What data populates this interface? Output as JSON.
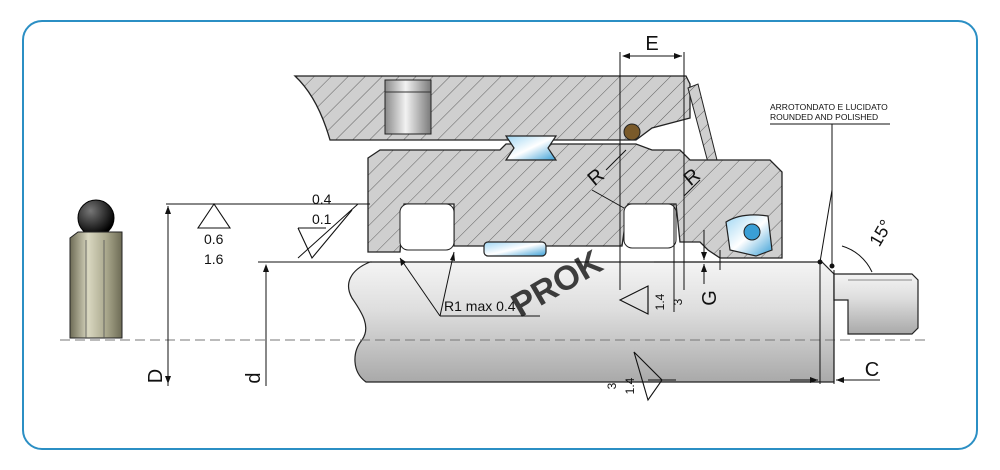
{
  "labels": {
    "E": "E",
    "R_left": "R",
    "R_right": "R",
    "G": "G",
    "C": "C",
    "D": "D",
    "d": "d",
    "angle": "15°",
    "fillet": "R1 max 0.4",
    "bore_finish_top": "0.4",
    "bore_finish_bottom": "0.1",
    "groove_finish_top": "0.6",
    "groove_finish_bottom": "1.6",
    "rod_finish_a": "1.4",
    "rod_finish_b": "3",
    "rod_finish_c": "3",
    "rod_finish_d": "1.4"
  },
  "note": {
    "line1": "ARROTONDATO E LUCIDATO",
    "line2": "ROUNDED AND POLISHED"
  },
  "watermark": "PROK",
  "colors": {
    "frame": "#2b8fc4",
    "seal": "#3a9fd6",
    "housing": "#cfcfcf",
    "rod": "#d8d8d8",
    "profile": "#b3b196"
  }
}
